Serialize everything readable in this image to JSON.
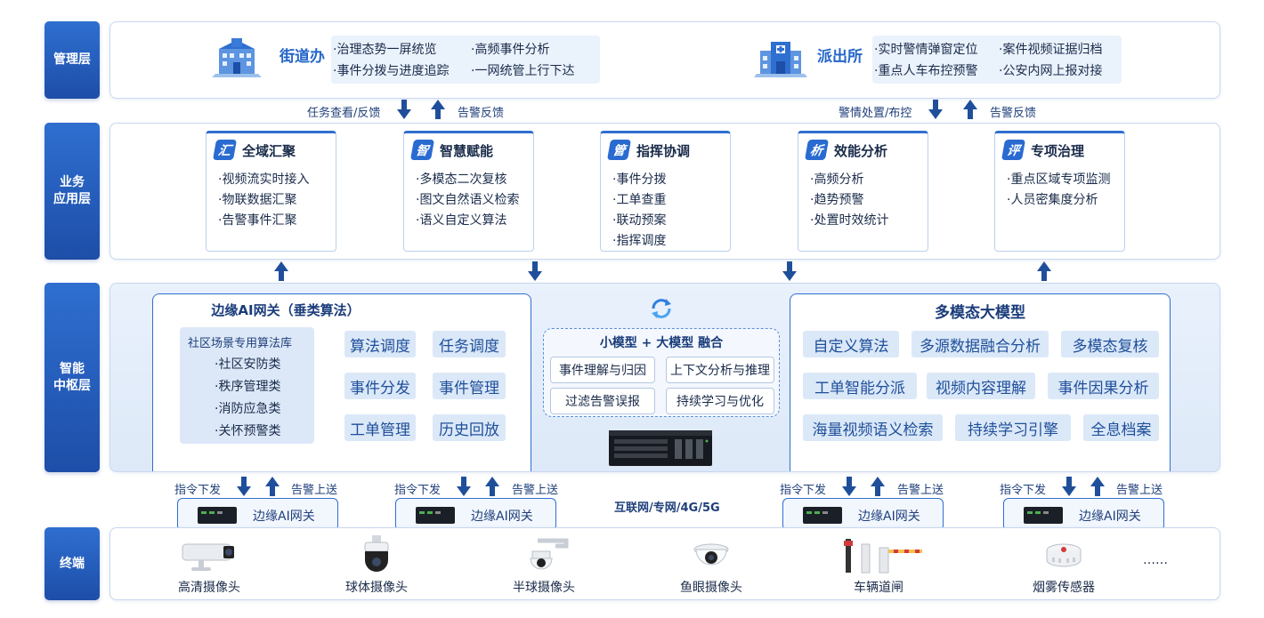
{
  "layers": {
    "management": "管理层",
    "business": "业务\n应用层",
    "intelligence": "智能\n中枢层",
    "terminal": "终端"
  },
  "management": {
    "street": {
      "name": "街道办",
      "items": [
        "·治理态势一屏统览",
        "·高频事件分析",
        "·事件分拨与进度追踪",
        "·一网统管上行下达"
      ]
    },
    "police": {
      "name": "派出所",
      "items": [
        "·实时警情弹窗定位",
        "·案件视频证据归档",
        "·重点人车布控预警",
        "·公安内网上报对接"
      ]
    }
  },
  "flows": {
    "task_view": "任务查看/反馈",
    "alarm_feedback_1": "告警反馈",
    "alarm_dispatch": "警情处置/布控",
    "alarm_feedback_2": "告警反馈"
  },
  "business": {
    "cards": [
      {
        "badge": "汇",
        "title": "全域汇聚",
        "items": [
          "·视频流实时接入",
          "·物联数据汇聚",
          "·告警事件汇聚"
        ]
      },
      {
        "badge": "智",
        "title": "智慧赋能",
        "items": [
          "·多模态二次复核",
          "·图文自然语义检索",
          "·语义自定义算法"
        ]
      },
      {
        "badge": "管",
        "title": "指挥协调",
        "items": [
          "·事件分拨",
          "·工单查重",
          "·联动预案",
          "·指挥调度"
        ]
      },
      {
        "badge": "析",
        "title": "效能分析",
        "items": [
          "·高频分析",
          "·趋势预警",
          "·处置时效统计"
        ]
      },
      {
        "badge": "评",
        "title": "专项治理",
        "items": [
          "·重点区域专项监测",
          "·人员密集度分析"
        ]
      }
    ]
  },
  "intelligence": {
    "edge": {
      "title": "边缘AI网关（垂类算法）",
      "lib_title": "社区场景专用算法库",
      "lib_items": [
        "·社区安防类",
        "·秩序管理类",
        "·消防应急类",
        "·关怀预警类"
      ],
      "chips": [
        "算法调度",
        "任务调度",
        "事件分发",
        "事件管理",
        "工单管理",
        "历史回放"
      ]
    },
    "fusion": {
      "title": "小模型 + 大模型 融合",
      "items": [
        "事件理解与归因",
        "上下文分析与推理",
        "过滤告警误报",
        "持续学习与优化"
      ]
    },
    "multimodal": {
      "title": "多模态大模型",
      "chips": [
        "自定义算法",
        "多源数据融合分析",
        "多模态复核",
        "工单智能分派",
        "视频内容理解",
        "事件因果分析",
        "海量视频语义检索",
        "持续学习引擎",
        "全息档案"
      ]
    }
  },
  "gateways": {
    "label": "边缘AI网关",
    "cmd": "指令下发",
    "up": "告警上送",
    "network": "互联网/专网/4G/5G"
  },
  "terminals": {
    "items": [
      "高清摄像头",
      "球体摄像头",
      "半球摄像头",
      "鱼眼摄像头",
      "车辆道闸",
      "烟雾传感器"
    ],
    "more": "……"
  },
  "colors": {
    "accent": "#2f6fd0",
    "panel_bg": "#e8f0fb",
    "chip_bg": "#dbe8f8"
  }
}
